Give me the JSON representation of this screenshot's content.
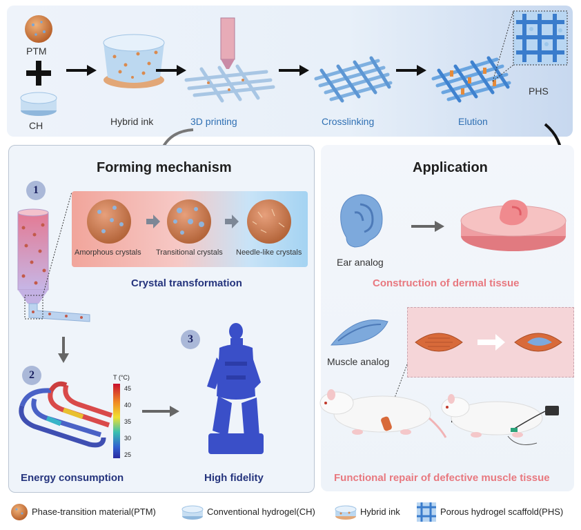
{
  "process": {
    "ptm": "PTM",
    "ch": "CH",
    "hybrid_ink": "Hybrid ink",
    "printing": "3D printing",
    "crosslinking": "Crosslinking",
    "elution": "Elution",
    "phs": "PHS"
  },
  "forming": {
    "title": "Forming mechanism",
    "step1": "1",
    "step2": "2",
    "step3": "3",
    "amorphous": "Amorphous crystals",
    "transitional": "Transitional crystals",
    "needle": "Needle-like crystals",
    "crystal_transformation": "Crystal transformation",
    "energy": "Energy consumption",
    "fidelity": "High fidelity",
    "colorbar": {
      "title": "T (°C)",
      "ticks": [
        "45",
        "40",
        "35",
        "30",
        "25"
      ]
    }
  },
  "application": {
    "title": "Application",
    "ear": "Ear analog",
    "dermal": "Construction of dermal tissue",
    "muscle": "Muscle analog",
    "repair": "Functional repair of defective muscle tissue"
  },
  "legend": {
    "ptm": "Phase-transition material(PTM)",
    "ch": "Conventional hydrogel(CH)",
    "ink": "Hybrid ink",
    "phs": "Porous hydrogel scaffold(PHS)"
  },
  "colors": {
    "particle": "#d98a4f",
    "hydrogel": "#9cc6ea",
    "scaffold": "#4a86cf",
    "navy_text": "#25347d",
    "pink_text": "#e8787f",
    "blue_text": "#2e6fb3"
  }
}
